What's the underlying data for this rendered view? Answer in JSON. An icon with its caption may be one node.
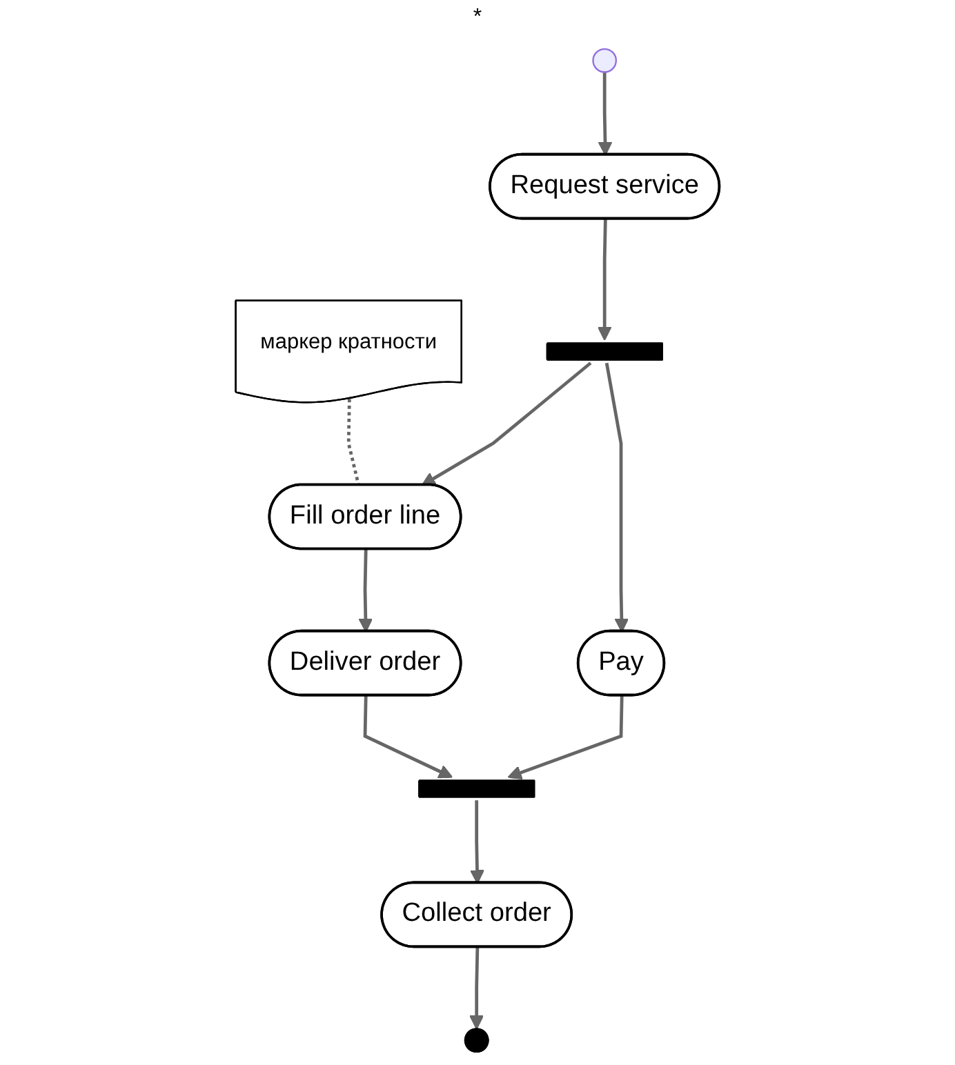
{
  "diagram": {
    "nodes": [
      {
        "text": [],
        "shape": "circle"
      },
      {
        "text": [
          "Request service"
        ]
      },
      {
        "text": [
          "маркер кратности"
        ]
      },
      {
        "text": [],
        "shape": "bar"
      },
      {
        "text": [
          "Fill order line"
        ]
      },
      {
        "text": [
          "Pay"
        ]
      },
      {
        "text": [
          "Deliver order"
        ]
      },
      {
        "text": [],
        "shape": "bar"
      },
      {
        "text": [
          "Collect order"
        ]
      },
      {
        "text": [],
        "shape": "circle"
      }
    ],
    "edges": [
      {
        "from": 0,
        "to": 1,
        "arrow": "to"
      },
      {
        "from": 1,
        "to": 3,
        "arrow": "to"
      },
      {
        "from": 3,
        "to": 4,
        "arrow": "to"
      },
      {
        "from": 3,
        "to": 5,
        "arrow": "to"
      },
      {
        "from": 2,
        "to": 4,
        "arrow": "none",
        "style": "dashed"
      },
      {
        "from": 4,
        "to": 6,
        "arrow": "to"
      },
      {
        "from": 6,
        "to": 7,
        "arrow": "to"
      },
      {
        "from": 5,
        "to": 7,
        "arrow": "to"
      },
      {
        "from": 7,
        "to": 8,
        "arrow": "to"
      },
      {
        "from": 8,
        "to": 9,
        "arrow": "to"
      }
    ],
    "labels": [
      "*"
    ]
  }
}
